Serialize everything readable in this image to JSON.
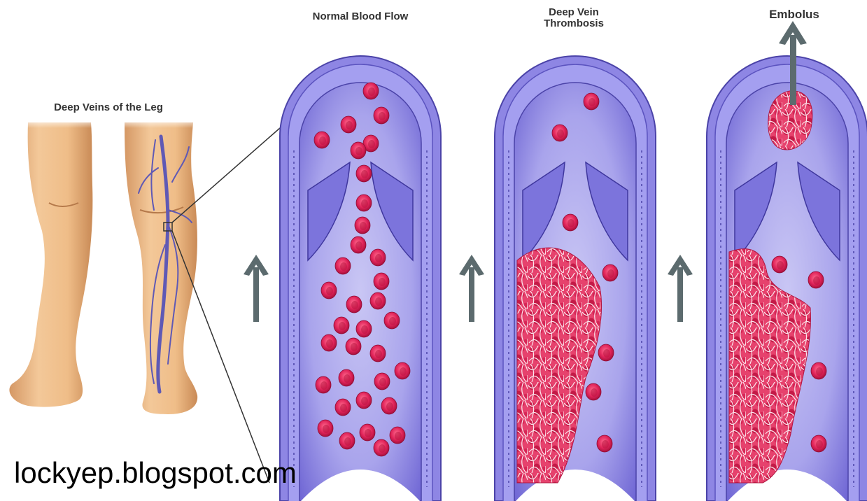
{
  "labels": {
    "leg_title": "Deep Veins of the Leg",
    "panel1_title": "Normal Blood Flow",
    "panel2_title_line1": "Deep Vein",
    "panel2_title_line2": "Thrombosis",
    "panel3_title": "Embolus"
  },
  "watermark": "lockyep.blogspot.com",
  "colors": {
    "vein_wall": "#8e86e4",
    "vein_wall_dark": "#6a60c8",
    "vein_lumen": "#b7b4ee",
    "vein_lumen_deep": "#5a50c6",
    "blood_cell": "#e02a58",
    "clot": "#e83a66",
    "skin": "#efbf8c",
    "skin_shade": "#c88a55",
    "arrow": "#5c6b6e"
  },
  "icons": {
    "flow_arrow": "up-arrow-icon"
  }
}
